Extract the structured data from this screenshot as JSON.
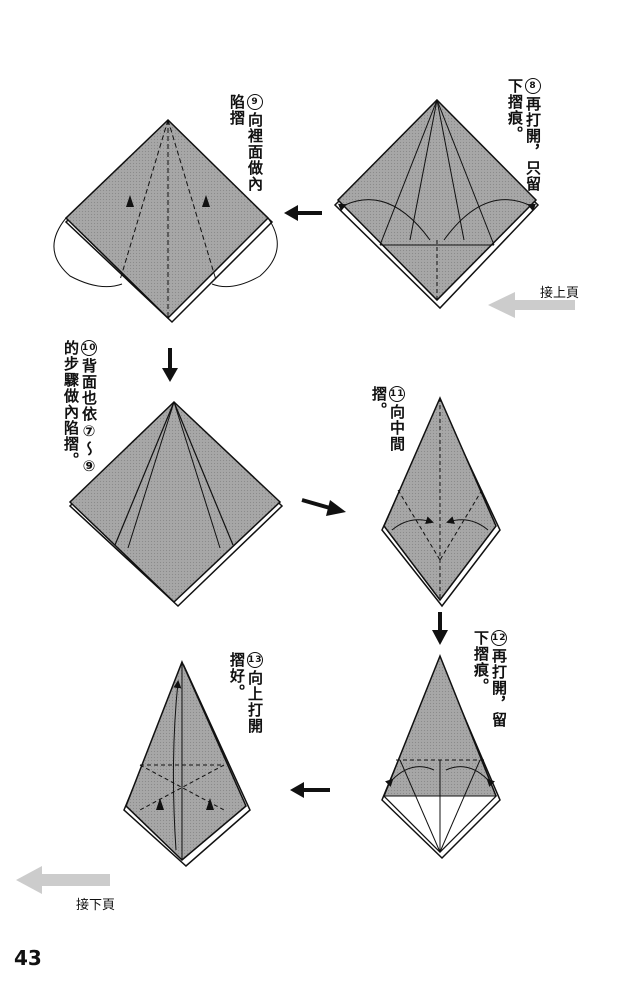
{
  "page_number": "43",
  "nav": {
    "prev_label": "接上頁",
    "next_label": "接下頁"
  },
  "steps": [
    {
      "num": "8",
      "text": "再打開，只留下摺痕。"
    },
    {
      "num": "9",
      "text": "向裡面做內陷摺"
    },
    {
      "num": "10",
      "text": "背面也依⑦〜⑨的步驟做內陷摺。"
    },
    {
      "num": "11",
      "text": "向中間摺。"
    },
    {
      "num": "12",
      "text": "再打開，留下摺痕。"
    },
    {
      "num": "13",
      "text": "向上打開摺好。"
    }
  ]
}
